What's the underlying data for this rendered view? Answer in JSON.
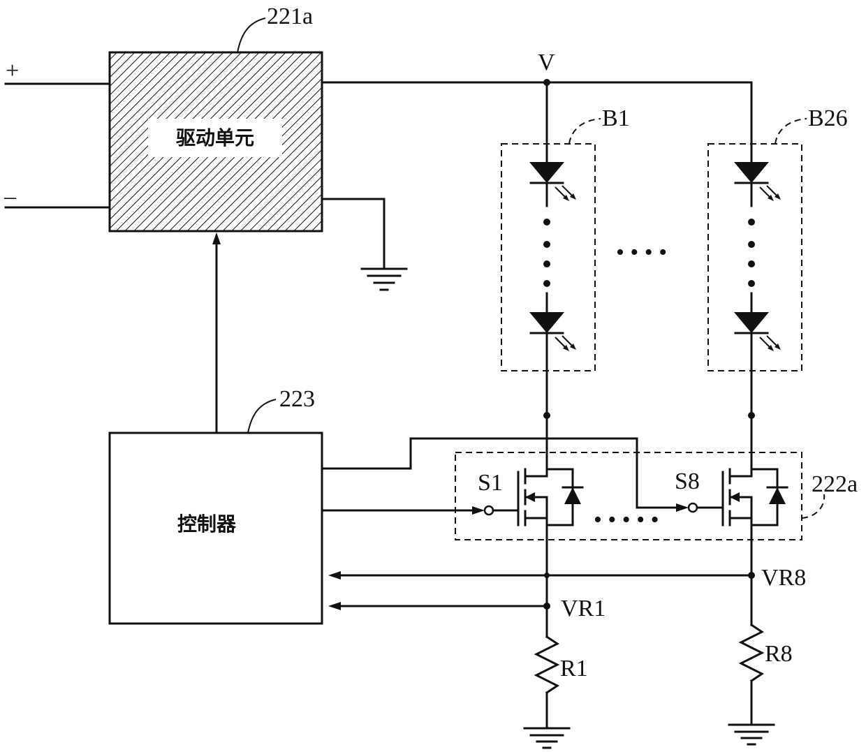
{
  "labels": {
    "drive_unit_ref": "221a",
    "drive_unit_text": "驱动单元",
    "controller_ref": "223",
    "controller_text": "控制器",
    "switch_group_ref": "222a",
    "plus": "+",
    "minus": "–",
    "voltage": "V",
    "led_string_first": "B1",
    "led_string_last": "B26",
    "switch_first": "S1",
    "switch_last": "S8",
    "sense_first": "VR1",
    "sense_last": "VR8",
    "resistor_first": "R1",
    "resistor_last": "R8",
    "ellipsis_strings": "• • • •",
    "ellipsis_switches": "• • • • •"
  }
}
